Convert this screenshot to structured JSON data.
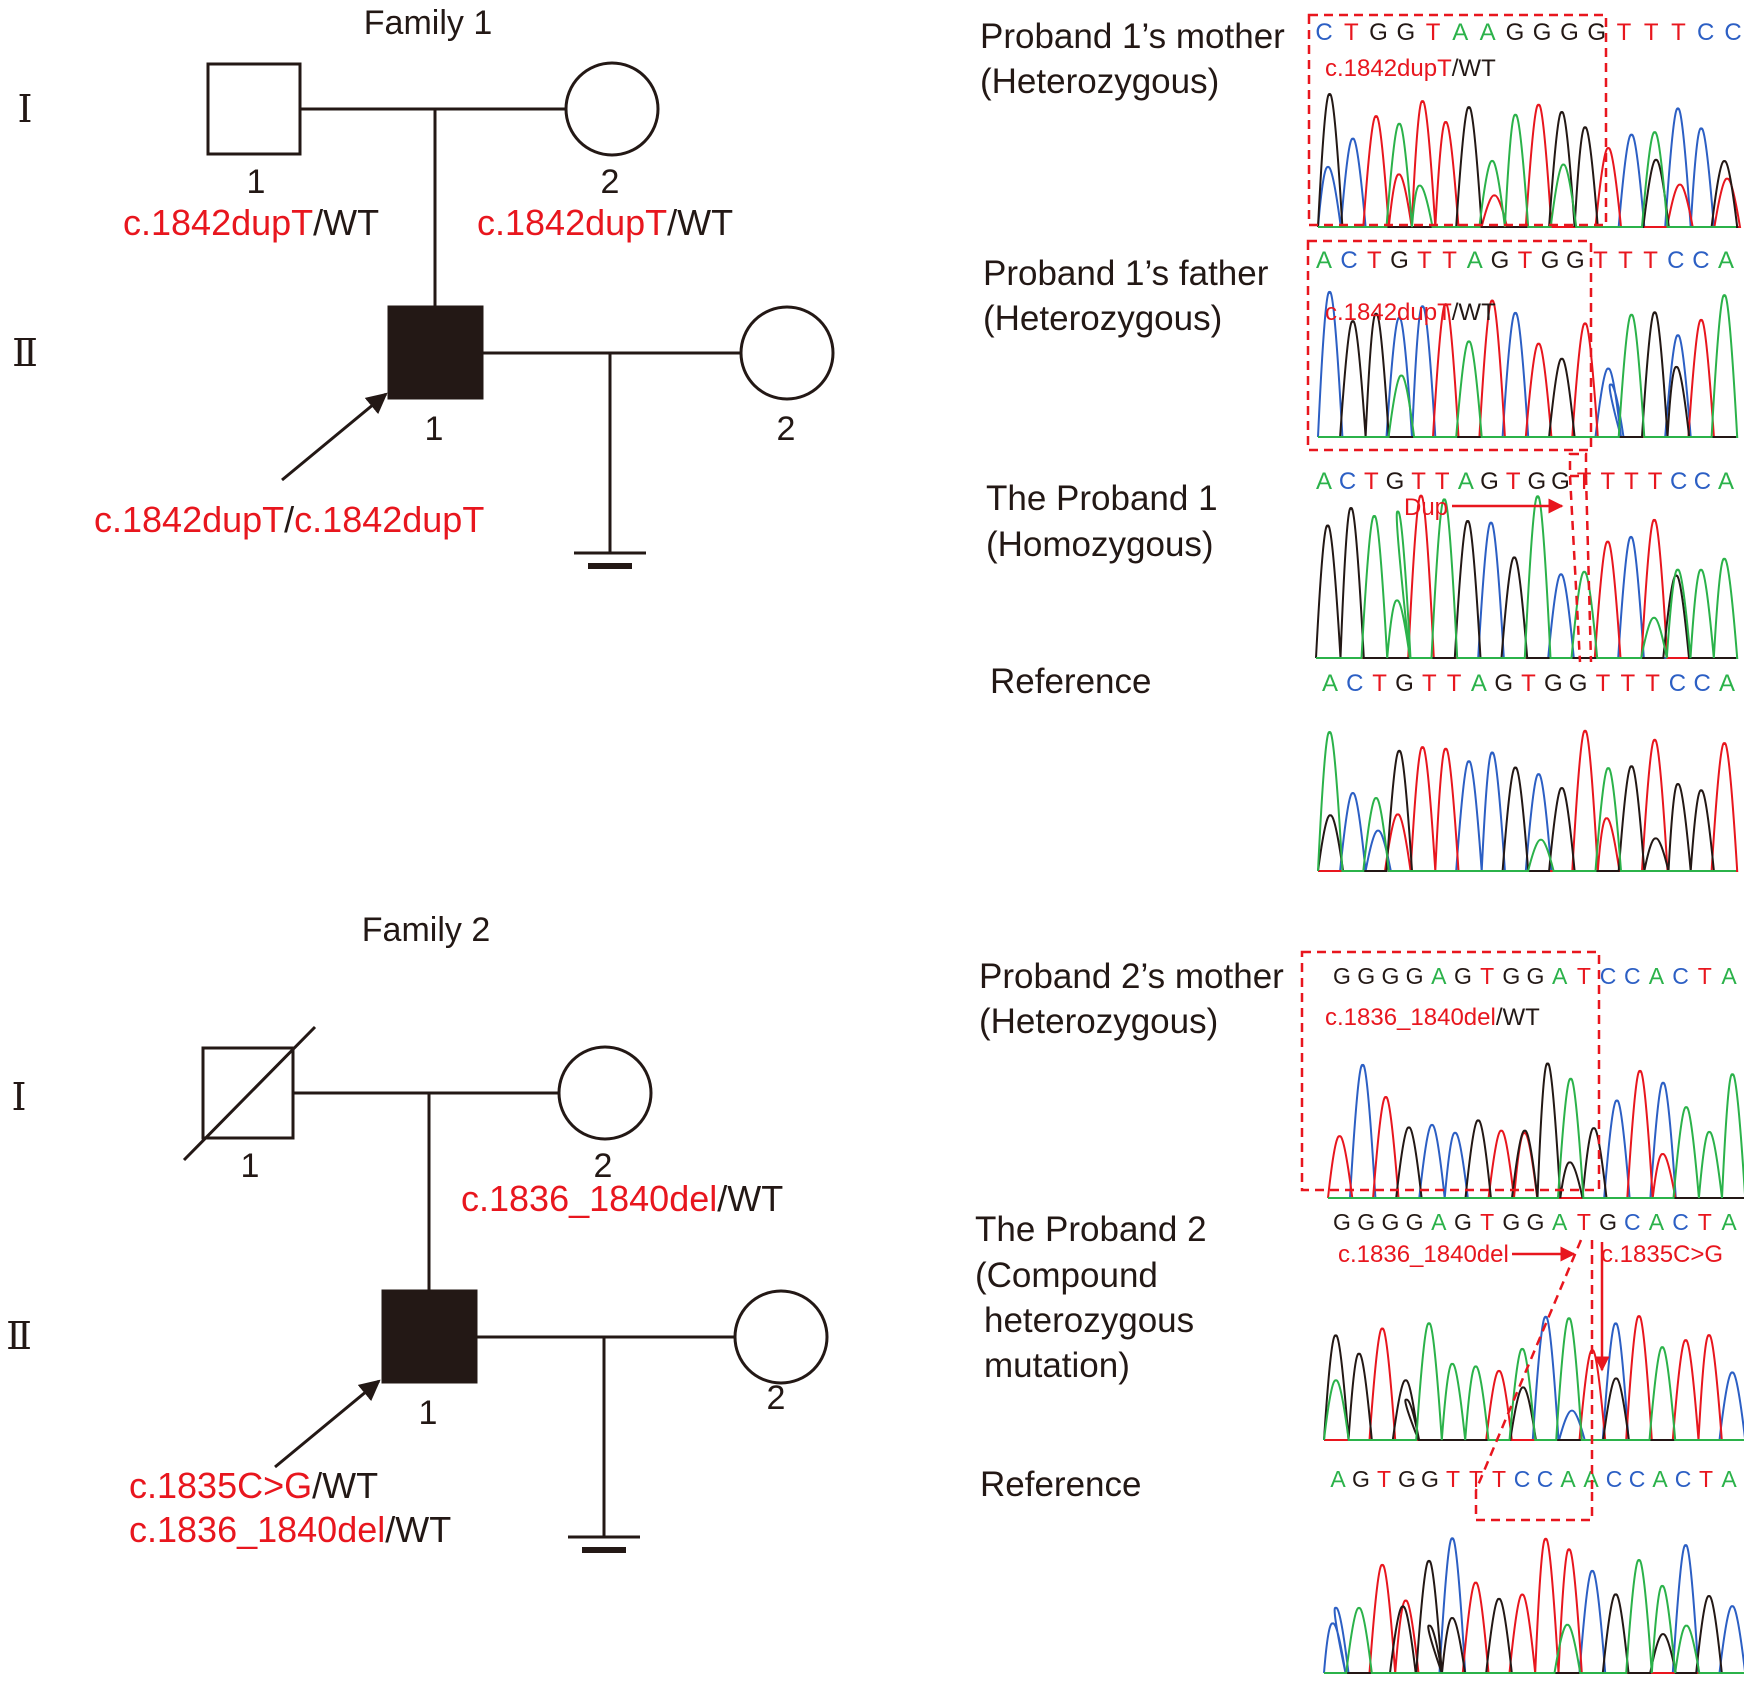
{
  "colors": {
    "mutation": "#e8161e",
    "line": "#231815",
    "base_A": "#2bb24a",
    "base_C": "#2c5fc4",
    "base_G": "#231815",
    "base_T": "#e8161e"
  },
  "families": [
    {
      "title": "Family 1",
      "generations": [
        "Ⅰ",
        "Ⅱ"
      ],
      "members": [
        {
          "id": "I-1",
          "shape": "square",
          "status": "unaffected",
          "number": "1",
          "genotype": [
            {
              "text": "c.1842dupT",
              "red": true
            },
            {
              "text": "/WT",
              "red": false
            }
          ]
        },
        {
          "id": "I-2",
          "shape": "circle",
          "status": "unaffected",
          "number": "2",
          "genotype": [
            {
              "text": "c.1842dupT",
              "red": true
            },
            {
              "text": "/WT",
              "red": false
            }
          ]
        },
        {
          "id": "II-1",
          "shape": "square",
          "status": "affected-proband",
          "number": "1",
          "genotype": [
            {
              "text": "c.1842dupT",
              "red": true
            },
            {
              "text": "/",
              "red": false
            },
            {
              "text": "c.1842dupT",
              "red": true
            }
          ]
        },
        {
          "id": "II-2",
          "shape": "circle",
          "status": "unaffected",
          "number": "2"
        }
      ]
    },
    {
      "title": "Family 2",
      "generations": [
        "Ⅰ",
        "Ⅱ"
      ],
      "members": [
        {
          "id": "I-1",
          "shape": "square",
          "status": "deceased",
          "number": "1"
        },
        {
          "id": "I-2",
          "shape": "circle",
          "status": "unaffected",
          "number": "2",
          "genotype": [
            {
              "text": "c.1836_1840del",
              "red": true
            },
            {
              "text": "/WT",
              "red": false
            }
          ]
        },
        {
          "id": "II-1",
          "shape": "square",
          "status": "affected-proband",
          "number": "1",
          "genotype_line1": [
            {
              "text": "c.1835C>G",
              "red": true
            },
            {
              "text": "/WT",
              "red": false
            }
          ],
          "genotype_line2": [
            {
              "text": "c.1836_1840del",
              "red": true
            },
            {
              "text": "/WT",
              "red": false
            }
          ]
        },
        {
          "id": "II-2",
          "shape": "circle",
          "status": "unaffected",
          "number": "2"
        }
      ]
    }
  ],
  "traces": [
    {
      "label": [
        "Proband 1’s mother",
        "(Heterozygous)"
      ],
      "bases": "CTGGTAAGGGGTTTCC",
      "annotation": [
        {
          "text": "c.1842dupT",
          "red": true
        },
        {
          "text": "/WT",
          "red": false
        }
      ]
    },
    {
      "label": [
        "Proband 1’s father",
        "(Heterozygous)"
      ],
      "bases": "ACTGTTAGTGGTTTCCA",
      "annotation": [
        {
          "text": "c.1842dupT",
          "red": true
        },
        {
          "text": "/WT",
          "red": false
        }
      ]
    },
    {
      "label": [
        "The Proband 1",
        "(Homozygous)"
      ],
      "bases": "ACTGTTAGTGGTTTTCCA",
      "annotation_dup": "Dup"
    },
    {
      "label": [
        "Reference"
      ],
      "bases": "ACTGTTAGTGGTTTCCA"
    },
    {
      "label": [
        "Proband 2’s mother",
        "(Heterozygous)"
      ],
      "bases": "GGGGAGTGGATCCACTA",
      "annotation": [
        {
          "text": "c.1836_1840del",
          "red": true
        },
        {
          "text": "/WT",
          "red": false
        }
      ]
    },
    {
      "label": [
        "The Proband 2",
        "(Compound",
        "heterozygous",
        "mutation)"
      ],
      "bases": "GGGGAGTGGATGCACTA",
      "annotation_del": "c.1836_1840del",
      "annotation_snv": "c.1835C>G"
    },
    {
      "label": [
        "Reference"
      ],
      "bases": "AGTGGTTTCCAACCACTA"
    }
  ]
}
